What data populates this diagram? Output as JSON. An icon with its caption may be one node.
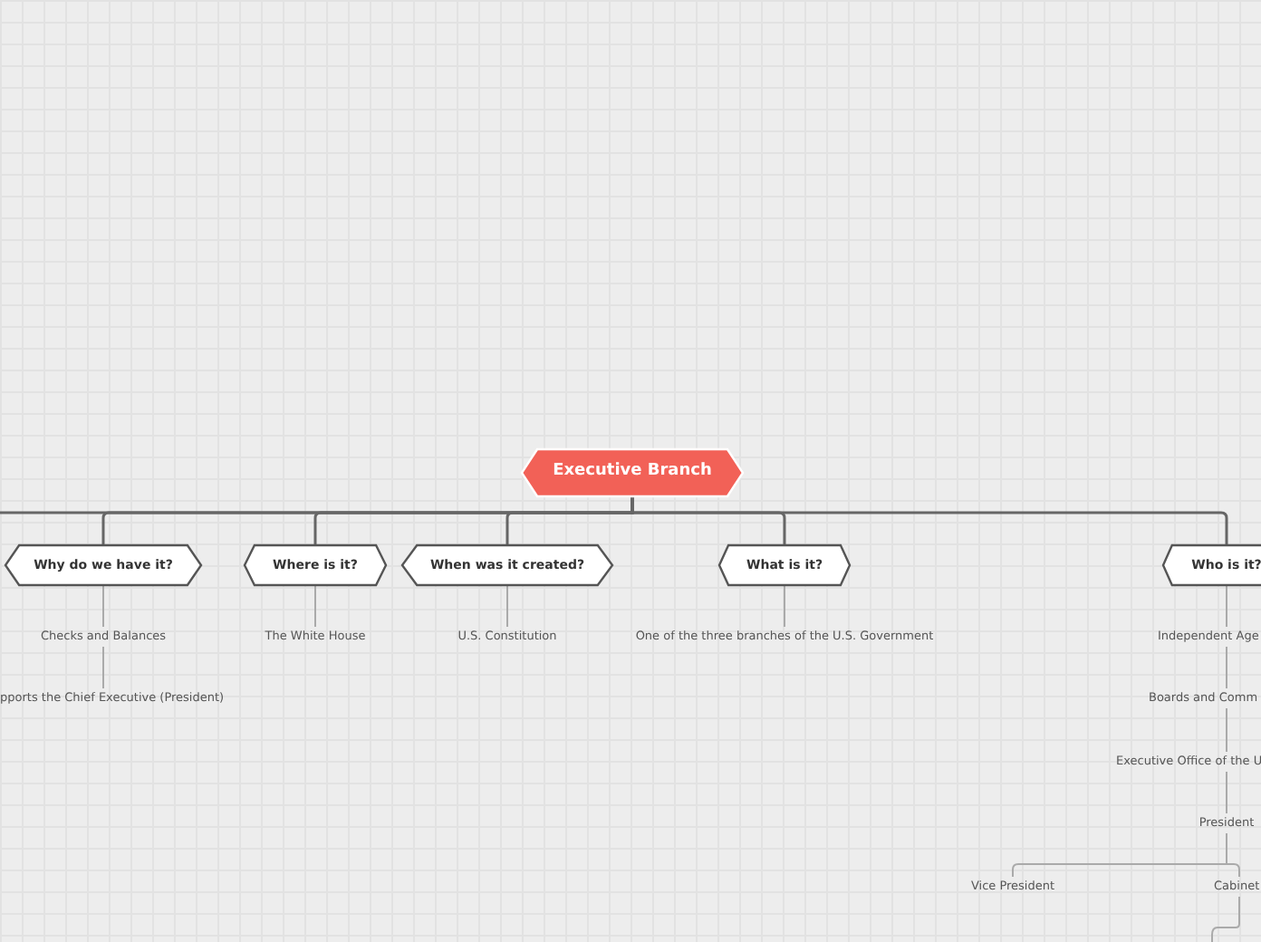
{
  "diagram": {
    "nodes": [
      {
        "text": [
          "Executive Branch"
        ]
      },
      {
        "text": [
          "Why do we have it?"
        ]
      },
      {
        "text": [
          "Where is it?"
        ]
      },
      {
        "text": [
          "When was it created?"
        ]
      },
      {
        "text": [
          "What is it?"
        ]
      },
      {
        "text": [
          "Who is it?"
        ]
      },
      {
        "text": [
          "Checks and Balances"
        ]
      },
      {
        "text": [
          "pports the Chief Executive (President)"
        ]
      },
      {
        "text": [
          "The White House"
        ]
      },
      {
        "text": [
          "U.S. Constitution"
        ]
      },
      {
        "text": [
          "One of the three branches of the U.S. Government"
        ]
      },
      {
        "text": [
          "Independent Age"
        ]
      },
      {
        "text": [
          "Boards and Comm"
        ]
      },
      {
        "text": [
          "Executive Office of the U"
        ]
      },
      {
        "text": [
          "President"
        ]
      },
      {
        "text": [
          "Vice President"
        ]
      },
      {
        "text": [
          "Cabinet"
        ]
      }
    ],
    "edges": [
      {
        "from": 0,
        "to": 1,
        "arrow": "none"
      },
      {
        "from": 0,
        "to": 2,
        "arrow": "none"
      },
      {
        "from": 0,
        "to": 3,
        "arrow": "none"
      },
      {
        "from": 0,
        "to": 4,
        "arrow": "none"
      },
      {
        "from": 0,
        "to": 5,
        "arrow": "none"
      },
      {
        "from": 0,
        "to": null,
        "arrow": "none"
      },
      {
        "from": 1,
        "to": 6,
        "arrow": "none"
      },
      {
        "from": 6,
        "to": 7,
        "arrow": "none"
      },
      {
        "from": 2,
        "to": 8,
        "arrow": "none"
      },
      {
        "from": 3,
        "to": 9,
        "arrow": "none"
      },
      {
        "from": 4,
        "to": 10,
        "arrow": "none"
      },
      {
        "from": 5,
        "to": 11,
        "arrow": "none"
      },
      {
        "from": 11,
        "to": 12,
        "arrow": "none"
      },
      {
        "from": 12,
        "to": 13,
        "arrow": "none"
      },
      {
        "from": 13,
        "to": 14,
        "arrow": "none"
      },
      {
        "from": 14,
        "to": 15,
        "arrow": "none"
      },
      {
        "from": 14,
        "to": 16,
        "arrow": "none"
      },
      {
        "from": 16,
        "to": null,
        "arrow": "none"
      }
    ]
  }
}
